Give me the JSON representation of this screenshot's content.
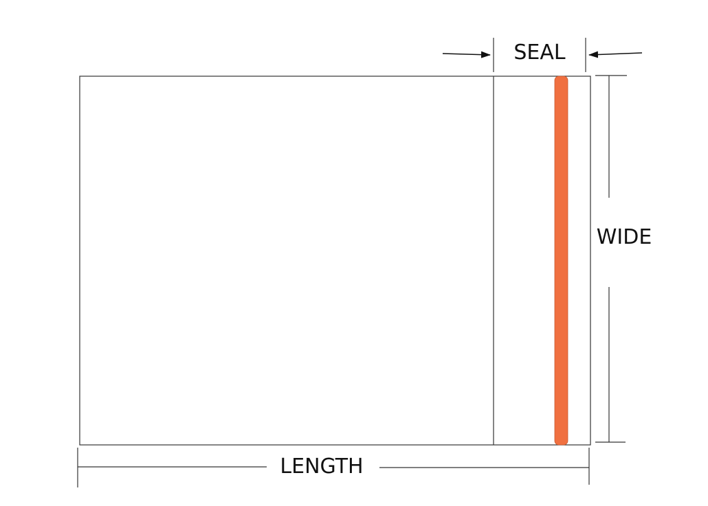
{
  "labels": {
    "seal": "SEAL",
    "wide": "WIDE",
    "length": "LENGTH"
  },
  "colors": {
    "seal_strip": "#F07040",
    "outline": "#333333",
    "text": "#111111"
  }
}
